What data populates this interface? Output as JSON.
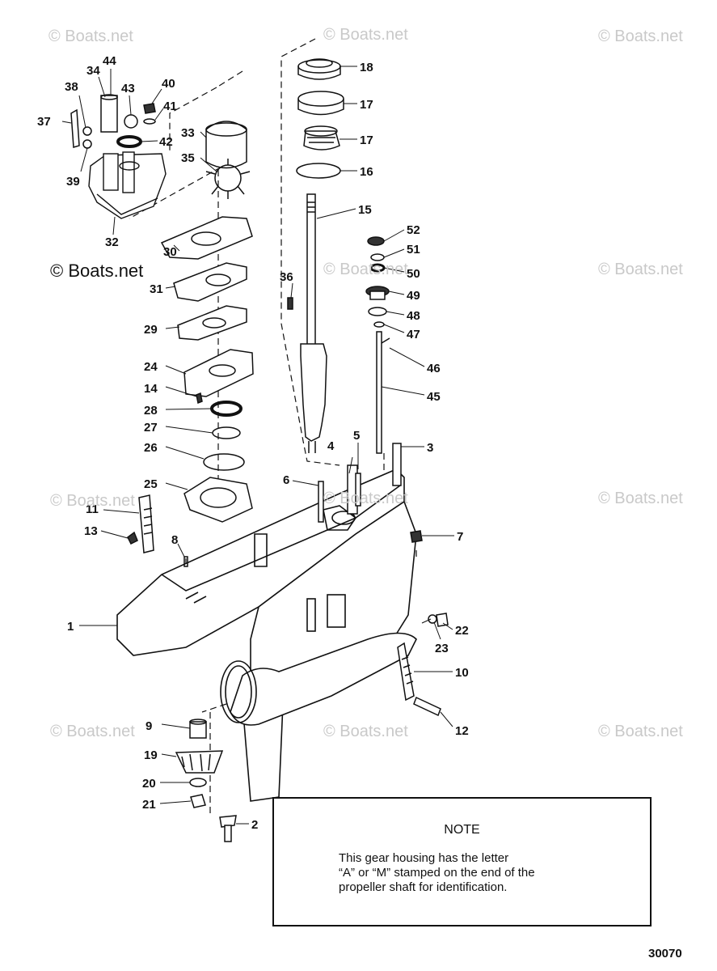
{
  "watermarks": {
    "text": "© Boats.net",
    "highlighted": "© Boats.net"
  },
  "callouts": [
    "1",
    "2",
    "3",
    "4",
    "5",
    "6",
    "7",
    "8",
    "9",
    "10",
    "11",
    "12",
    "13",
    "14",
    "15",
    "16",
    "17",
    "17",
    "18",
    "19",
    "20",
    "21",
    "22",
    "23",
    "24",
    "25",
    "26",
    "27",
    "28",
    "29",
    "30",
    "31",
    "32",
    "33",
    "34",
    "35",
    "36",
    "37",
    "38",
    "39",
    "40",
    "41",
    "42",
    "43",
    "44",
    "45",
    "46",
    "47",
    "48",
    "49",
    "50",
    "51",
    "52"
  ],
  "note": {
    "title": "NOTE",
    "line1": "This gear housing has the letter",
    "line2": "“A” or “M” stamped on the end of the",
    "line3": "propeller shaft for identification."
  },
  "figure_number": "30070"
}
